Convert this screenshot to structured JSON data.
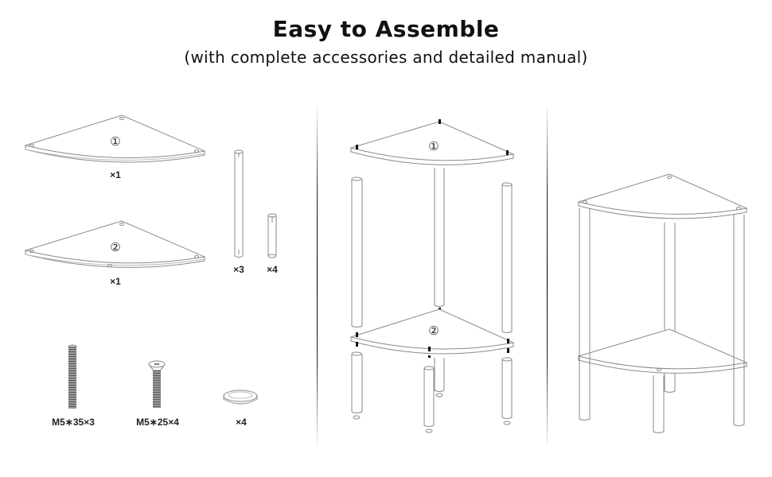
{
  "header": {
    "title": "Easy to Assemble",
    "subtitle": "(with complete accessories and detailed manual)"
  },
  "parts_panel": {
    "shelves": [
      {
        "marker": "①",
        "quantity_label": "×1"
      },
      {
        "marker": "②",
        "quantity_label": "×1"
      }
    ],
    "long_tube": {
      "quantity_label": "×3"
    },
    "short_tube": {
      "quantity_label": "×4"
    },
    "hardware": [
      {
        "name": "threaded-rod",
        "quantity_label": "M5∗35×3"
      },
      {
        "name": "countersunk-screw",
        "quantity_label": "M5∗25×4"
      },
      {
        "name": "foot-pad",
        "quantity_label": "×4"
      }
    ]
  },
  "exploded_panel": {
    "top_shelf_marker": "①",
    "bottom_shelf_marker": "②"
  },
  "assembled_panel": {},
  "colors": {
    "line": "#8a8a8a",
    "ink": "#111111",
    "divider": "#000000",
    "background": "#ffffff"
  }
}
